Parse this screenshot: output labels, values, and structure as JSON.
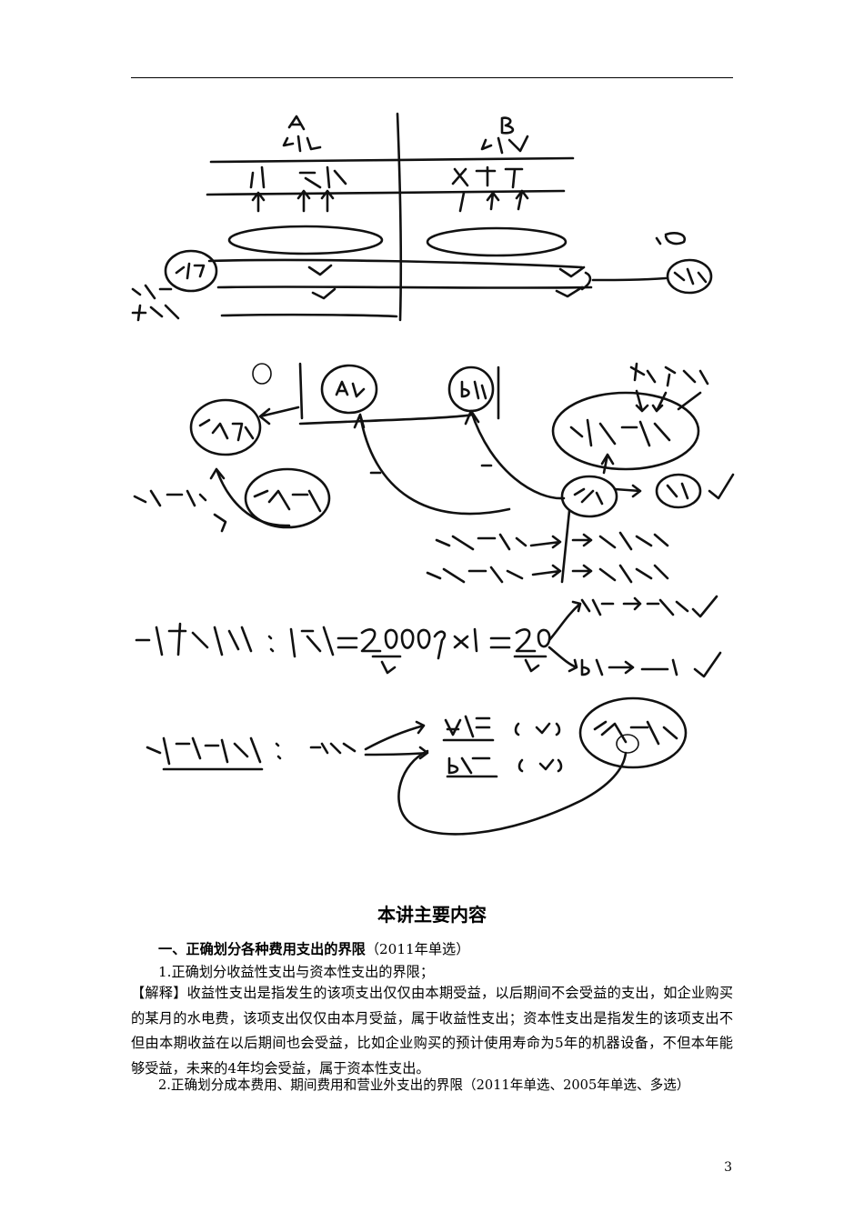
{
  "heading": {
    "title": "本讲主要内容",
    "section1": "一、正确划分各种费用支出的界限",
    "section1_note": "（2011年单选）"
  },
  "items": {
    "item1": "1.正确划分收益性支出与资本性支出的界限；",
    "explain_label": "【解释】",
    "explain_text": "收益性支出是指发生的该项支出仅仅由本期受益，以后期间不会受益的支出，如企业购买的某月的水电费，该项支出仅仅由本月受益，属于收益性支出；资本性支出是指发生的该项支出不但由本期收益在以后期间也会受益，比如企业购买的预计使用寿命为5年的机器设备，不但本年能够受益，未来的4年均会受益，属于资本性支出。",
    "item2": "2.正确划分成本费用、期间费用和营业外支出的界限（2011年单选、2005年单选、多选）"
  },
  "page_number": "3"
}
